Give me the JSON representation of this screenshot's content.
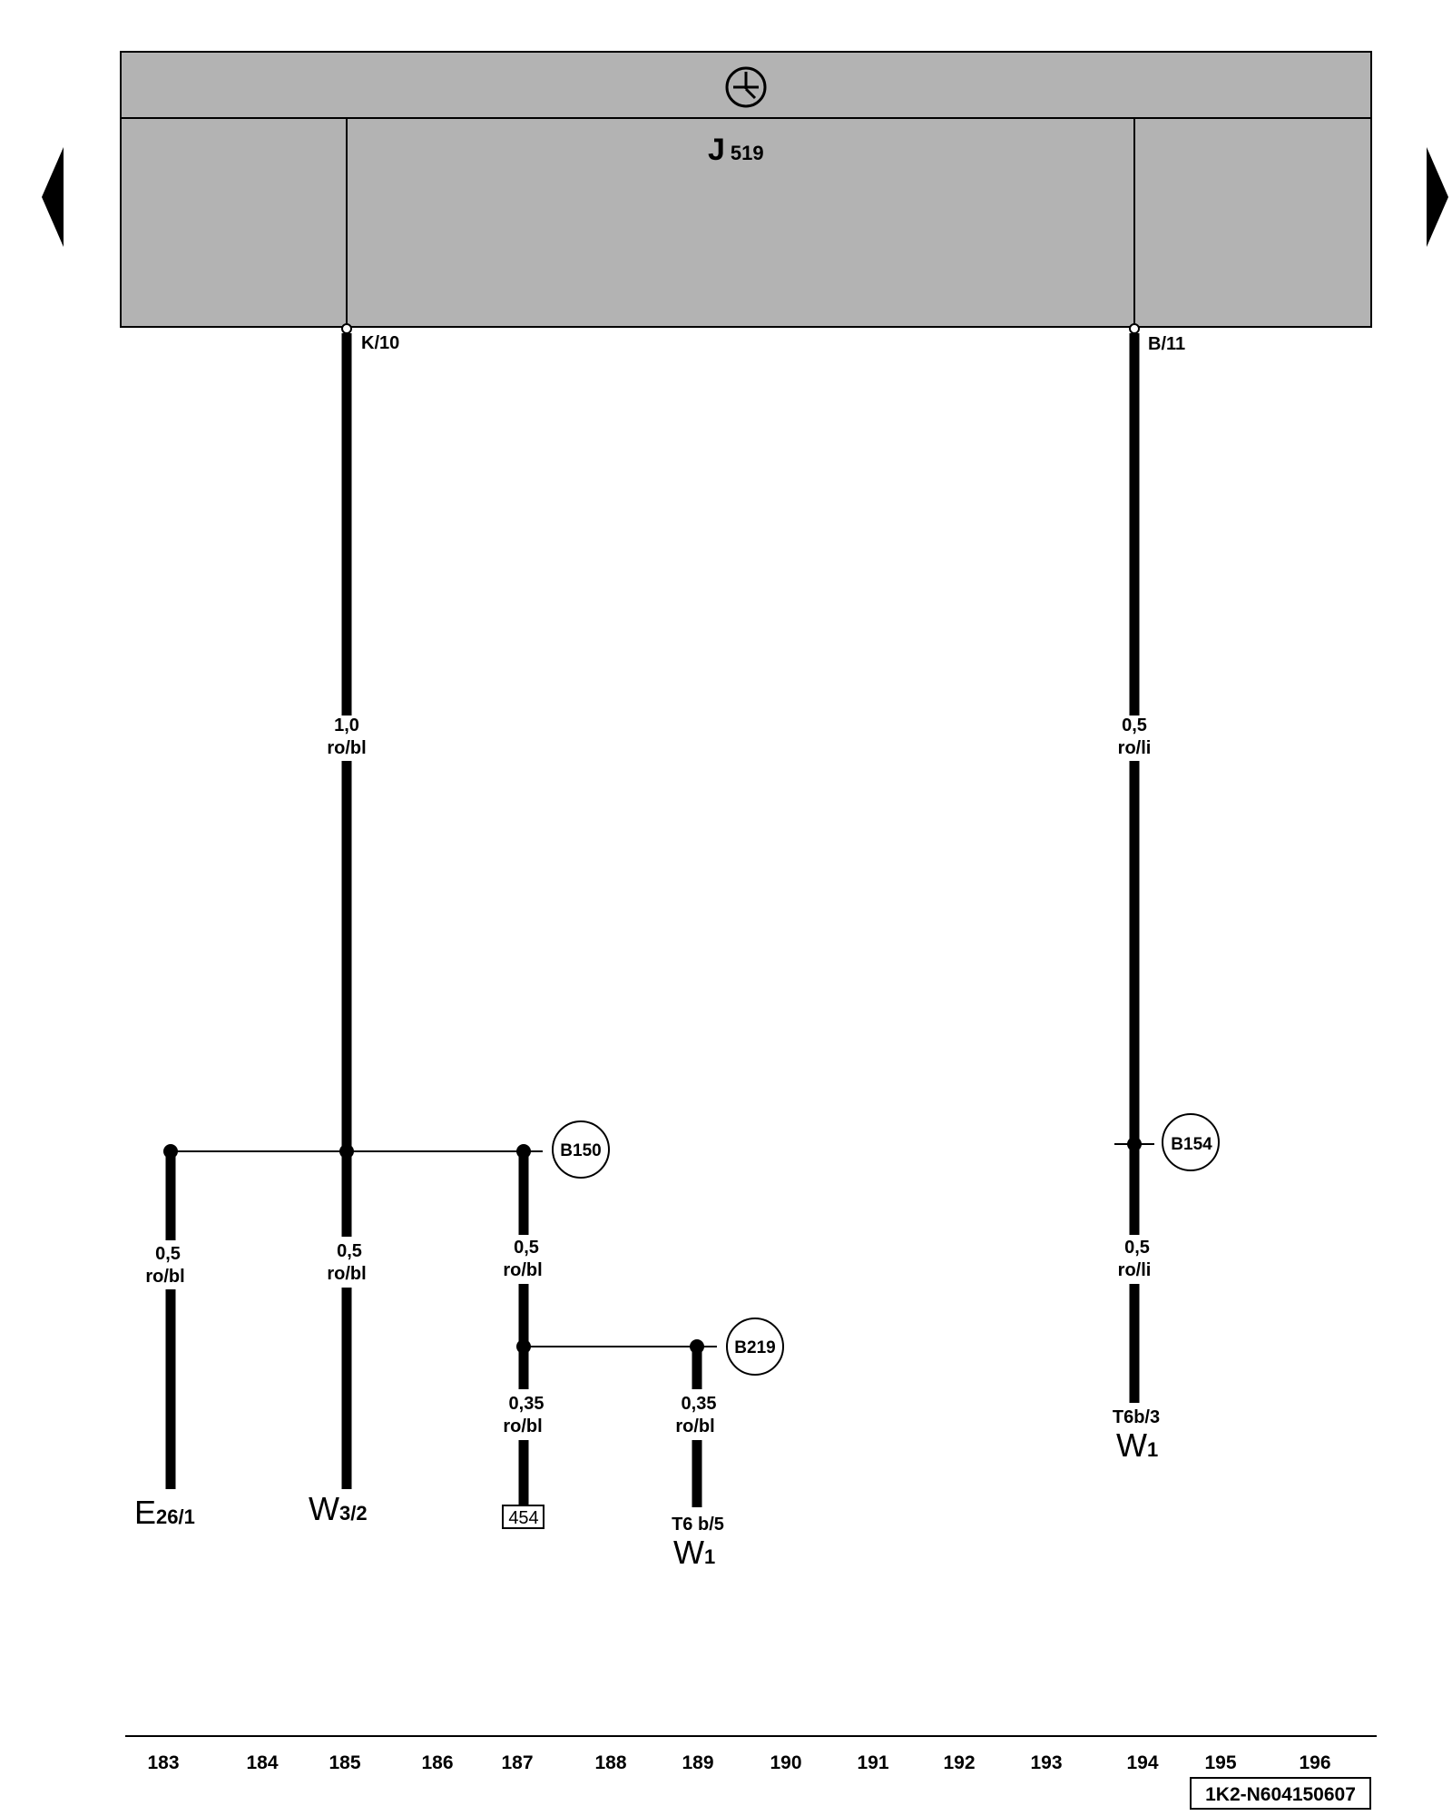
{
  "nav": {
    "prev_label": "",
    "next_label": ""
  },
  "module": {
    "symbol": "clock-symbol",
    "name_letter": "J",
    "name_sub": "519"
  },
  "pins": {
    "left": "K/10",
    "right": "B/11"
  },
  "wires": {
    "main_left": {
      "size": "1,0",
      "color": "ro/bl"
    },
    "main_right": {
      "size": "0,5",
      "color": "ro/li"
    },
    "branch_e26": {
      "size": "0,5",
      "color": "ro/bl"
    },
    "branch_w3": {
      "size": "0,5",
      "color": "ro/bl"
    },
    "branch_187": {
      "size": "0,5",
      "color": "ro/bl"
    },
    "branch_454": {
      "size": "0,35",
      "color": "ro/bl"
    },
    "branch_w1_left": {
      "size": "0,35",
      "color": "ro/bl"
    },
    "right_lower": {
      "size": "0,5",
      "color": "ro/li"
    }
  },
  "connections": {
    "b150": "B150",
    "b219": "B219",
    "b154": "B154"
  },
  "components": {
    "e26": {
      "letter": "E",
      "sub": "26/1"
    },
    "w3": {
      "letter": "W",
      "sub": "3/2"
    },
    "ref454": "454",
    "w1_left": {
      "connector": "T6 b/5",
      "letter": "W",
      "sub": "1"
    },
    "w1_right": {
      "connector": "T6b/3",
      "letter": "W",
      "sub": "1"
    }
  },
  "current_tracks": [
    "183",
    "184",
    "185",
    "186",
    "187",
    "188",
    "189",
    "190",
    "191",
    "192",
    "193",
    "194",
    "195",
    "196"
  ],
  "diagram_id": "1K2-N604150607",
  "colors": {
    "module_fill": "#b3b3b3",
    "ink": "#000000",
    "background": "#ffffff"
  }
}
